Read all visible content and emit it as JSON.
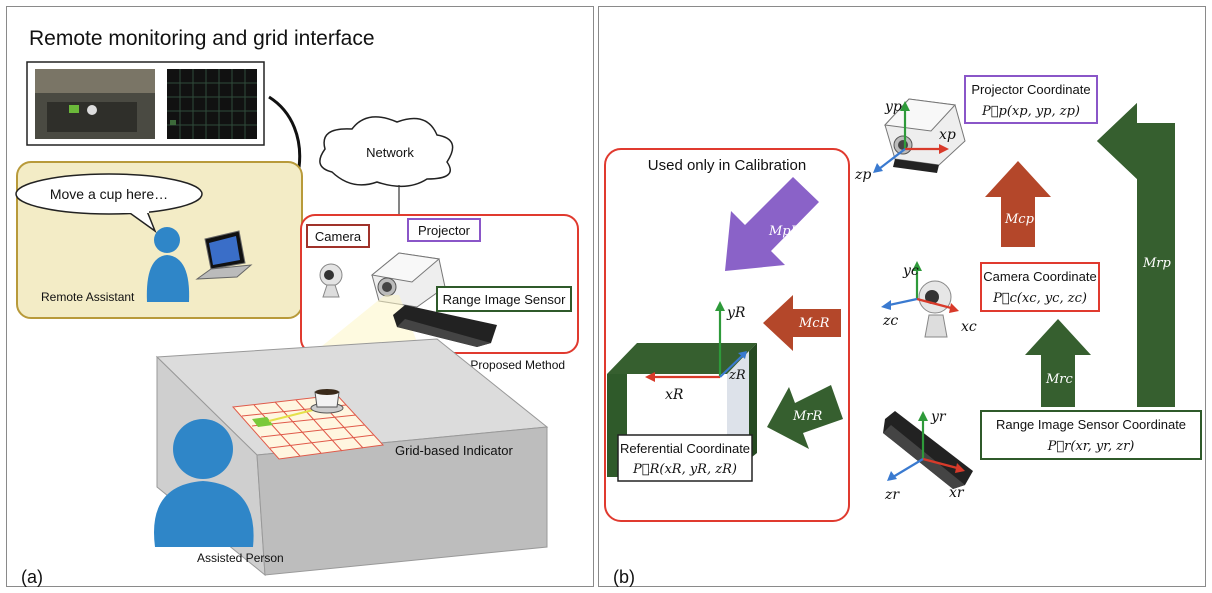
{
  "panel_a": {
    "title": "Remote monitoring and grid interface",
    "speech_bubble": "Move a cup here…",
    "remote_assistant": "Remote Assistant",
    "network": "Network",
    "camera": "Camera",
    "projector": "Projector",
    "range_sensor": "Range Image Sensor",
    "devices_caption": "Devices for Proposed Method",
    "grid_indicator": "Grid-based Indicator",
    "assisted_person": "Assisted Person",
    "panel_label": "(a)"
  },
  "panel_b": {
    "calibration_title": "Used only in Calibration",
    "projector_coord": "Projector Coordinate",
    "projector_vec": "P⃗p(xp, yp, zp)",
    "camera_coord": "Camera Coordinate",
    "camera_vec": "P⃗c(xc, yc, zc)",
    "range_coord": "Range Image Sensor Coordinate",
    "range_vec": "P⃗r(xr, yr, zr)",
    "ref_coord": "Referential Coordinate",
    "ref_vec": "P⃗R(xR, yR, zR)",
    "m_pR": "MpR",
    "m_cR": "McR",
    "m_rR": "MrR",
    "m_cp": "Mcp",
    "m_rc": "Mrc",
    "m_rp": "Mrp",
    "axes": {
      "yp": "yp",
      "xp": "xp",
      "zp": "zp",
      "yc": "yc",
      "xc": "xc",
      "zc": "zc",
      "yr": "yr",
      "xr": "xr",
      "zr": "zr",
      "yR": "yR",
      "xR": "xR",
      "zR": "zR"
    },
    "panel_label": "(b)"
  },
  "colors": {
    "red_box": "#e03a2f",
    "purple_box": "#8a56c8",
    "green_box": "#2f5a2a",
    "dark_green": "#365f2f",
    "brown_red": "#b4472a",
    "violet": "#8a62c8",
    "yellow_bg": "#f3ecc6",
    "yellow_border": "#b89a3a"
  }
}
